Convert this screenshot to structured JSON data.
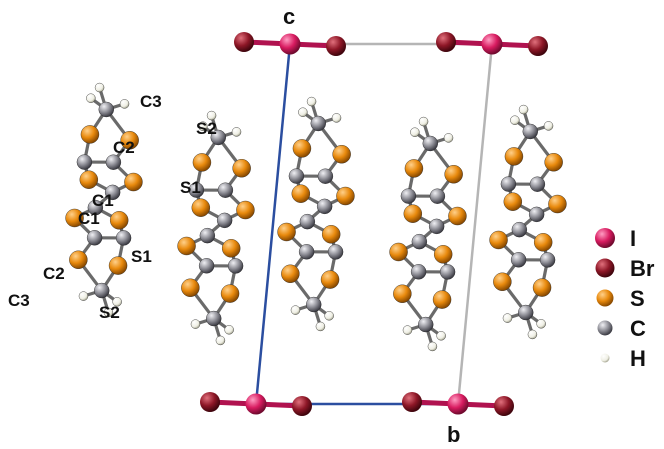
{
  "axes": {
    "c": "c",
    "b": "b"
  },
  "molecule_labels": {
    "c3_top": "C3",
    "s2_top": "S2",
    "c2_top": "C2",
    "s1_top": "S1",
    "c1_top": "C1",
    "c1_bot": "C1",
    "s1_bot": "S1",
    "c2_bot": "C2",
    "s2_bot": "S2",
    "c3_bot": "C3"
  },
  "legend": [
    {
      "symbol": "I",
      "color": "#d81b60"
    },
    {
      "symbol": "Br",
      "color": "#8e1727"
    },
    {
      "symbol": "S",
      "color": "#e8890c"
    },
    {
      "symbol": "C",
      "color": "#8f8f97"
    },
    {
      "symbol": "H",
      "color": "#efefe4"
    }
  ],
  "colors": {
    "iodine": "#d81b60",
    "bromine": "#8e1727",
    "sulfur": "#e8890c",
    "carbon": "#8f8f97",
    "hydrogen": "#efefe4",
    "axis": "#2b4ea0",
    "cell": "#b5b5b5"
  }
}
